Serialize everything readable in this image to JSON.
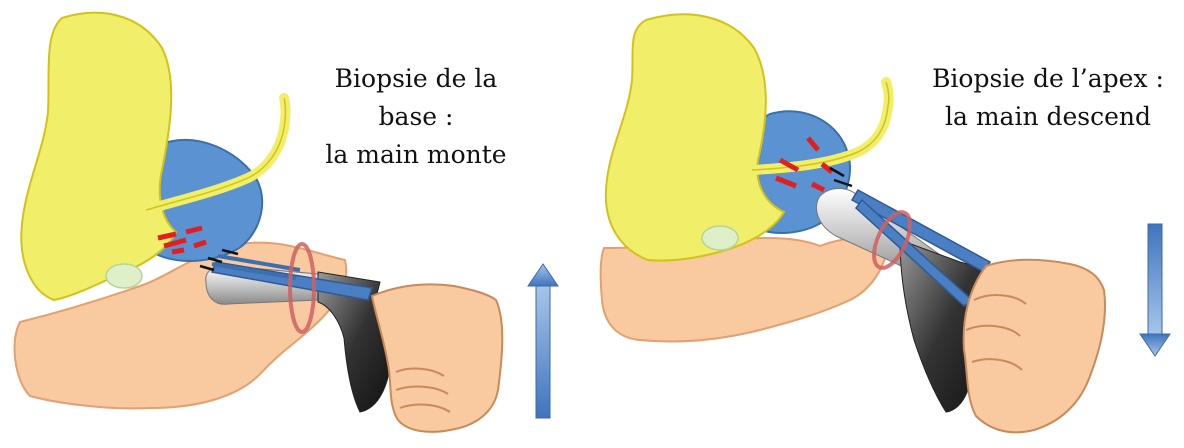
{
  "colors": {
    "bladder": "#f1ef6a",
    "bladder_stroke": "#d2c21a",
    "prostate": "#5b92d1",
    "prostate_stroke": "#3a6fa8",
    "skin": "#f9c9a0",
    "skin_stroke": "#e3a070",
    "needle_marks": "#e02020",
    "probe": "#d8d8d8",
    "guide": "#4a7fc4",
    "ring": "#d06060",
    "arrow": "#5b8ed1",
    "text": "#111111"
  },
  "panels": [
    {
      "caption_lines": [
        "Biopsie de la",
        "base :",
        "la main monte"
      ],
      "arrow_direction": "up"
    },
    {
      "caption_lines": [
        "Biopsie de l’apex :",
        "la main descend"
      ],
      "arrow_direction": "down"
    }
  ]
}
